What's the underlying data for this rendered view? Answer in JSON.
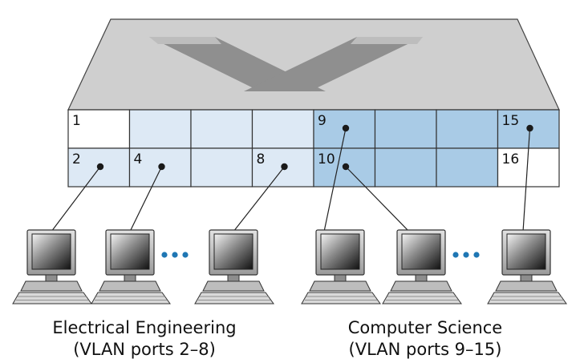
{
  "switch": {
    "ports": [
      {
        "label": "1",
        "vlan": "none"
      },
      {
        "label": "",
        "vlan": "ee"
      },
      {
        "label": "",
        "vlan": "ee"
      },
      {
        "label": "",
        "vlan": "ee"
      },
      {
        "label": "9",
        "vlan": "cs"
      },
      {
        "label": "",
        "vlan": "cs"
      },
      {
        "label": "",
        "vlan": "cs"
      },
      {
        "label": "15",
        "vlan": "cs"
      },
      {
        "label": "2",
        "vlan": "ee"
      },
      {
        "label": "4",
        "vlan": "ee"
      },
      {
        "label": "",
        "vlan": "ee"
      },
      {
        "label": "8",
        "vlan": "ee"
      },
      {
        "label": "10",
        "vlan": "cs"
      },
      {
        "label": "",
        "vlan": "cs"
      },
      {
        "label": "",
        "vlan": "cs"
      },
      {
        "label": "16",
        "vlan": "none"
      }
    ],
    "connected_ports": [
      "2",
      "4",
      "8",
      "9",
      "10",
      "15"
    ]
  },
  "groups": {
    "electrical_engineering": {
      "name": "Electrical Engineering",
      "ports": "(VLAN ports 2–8)",
      "connected_ports": [
        "2",
        "4",
        "8"
      ]
    },
    "computer_science": {
      "name": "Computer Science",
      "ports": "(VLAN ports 9–15)",
      "connected_ports": [
        "9",
        "10",
        "15"
      ]
    }
  },
  "colors": {
    "ee_port": "#dde9f5",
    "cs_port": "#a9cbe6",
    "unassigned_port": "#ffffff",
    "switch_top": "#cfcfcf",
    "switch_x": "#8f8f8f",
    "ellipsis": "#1f77b4"
  }
}
